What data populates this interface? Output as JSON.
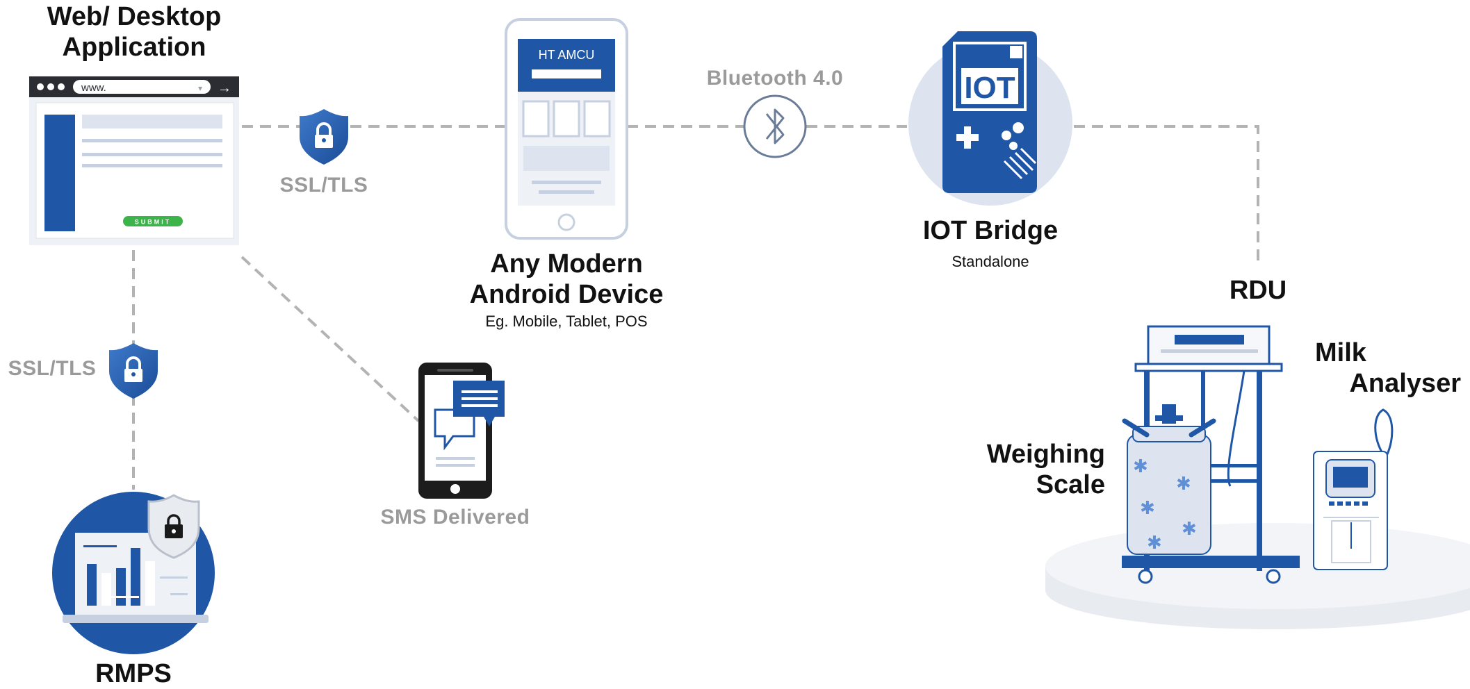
{
  "web_app": {
    "title_line1": "Web/ Desktop",
    "title_line2": "Application",
    "url_text": "www.",
    "submit_label": "SUBMIT"
  },
  "link_web_phone": {
    "protocol": "SSL/TLS"
  },
  "link_web_rmps": {
    "protocol": "SSL/TLS"
  },
  "android": {
    "screen_title": "HT AMCU",
    "title_line1": "Any Modern",
    "title_line2": "Android Device",
    "subtitle": "Eg. Mobile, Tablet, POS"
  },
  "bluetooth": {
    "label": "Bluetooth 4.0"
  },
  "iot_bridge": {
    "chip_text": "IOT",
    "title": "IOT Bridge",
    "subtitle": "Standalone"
  },
  "sms": {
    "label": "SMS Delivered"
  },
  "rmps": {
    "label": "RMPS"
  },
  "rdu": {
    "label": "RDU"
  },
  "milk_analyser": {
    "line1": "Milk",
    "line2": "Analyser"
  },
  "weighing_scale": {
    "line1": "Weighing",
    "line2": "Scale"
  },
  "colors": {
    "brand_blue": "#1f57a6",
    "light_blue": "#dde4ef",
    "connector_grey": "#b3b3b3",
    "label_grey": "#9a9a9a",
    "submit_green": "#3cb44a"
  }
}
